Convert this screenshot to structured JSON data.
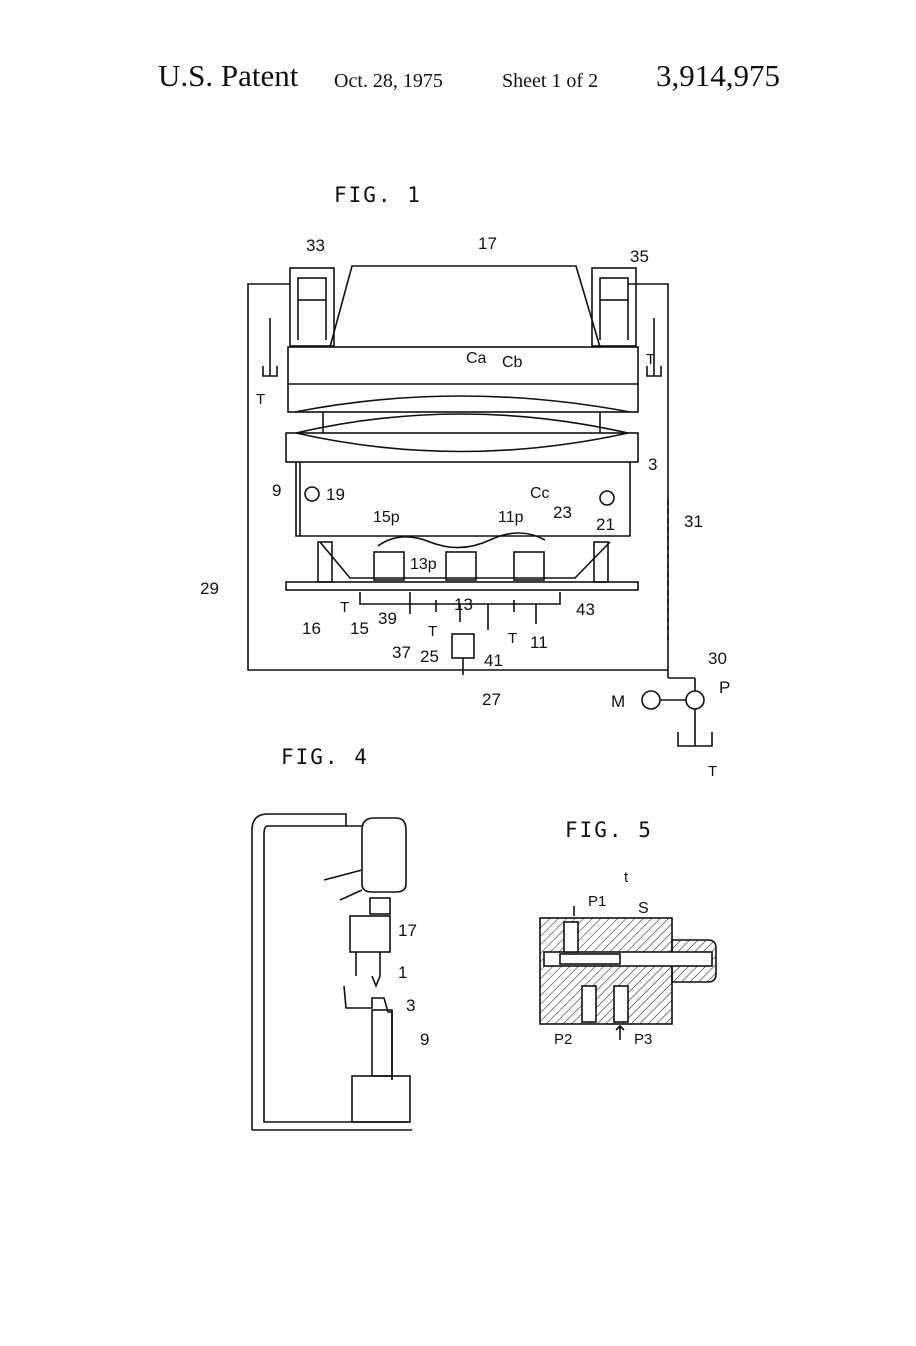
{
  "header": {
    "title": "U.S. Patent",
    "date": "Oct. 28, 1975",
    "sheet": "Sheet 1 of 2",
    "patent_number": "3,914,975"
  },
  "fig1": {
    "label": "FIG. 1",
    "refs": {
      "r17": "17",
      "r33": "33",
      "r35": "35",
      "ca": "Ca",
      "cb": "Cb",
      "cc": "Cc",
      "r3": "3",
      "r9": "9",
      "r19": "19",
      "r21": "21",
      "r23": "23",
      "r31": "31",
      "r29": "29",
      "r15p": "15p",
      "r11p": "11p",
      "r13p": "13p",
      "r16": "16",
      "r15": "15",
      "r39": "39",
      "r13": "13",
      "r43": "43",
      "r11": "11",
      "r37": "37",
      "r25": "25",
      "r41": "41",
      "r27": "27",
      "r30": "30",
      "m": "M",
      "p": "P",
      "t_left": "T",
      "t_right": "T",
      "t_a": "T",
      "t_b": "T",
      "t_c": "T",
      "t_tank": "T"
    }
  },
  "fig4": {
    "label": "FIG. 4",
    "refs": {
      "r17": "17",
      "r1": "1",
      "r3": "3",
      "r9": "9"
    }
  },
  "fig5": {
    "label": "FIG. 5",
    "refs": {
      "p1": "P1",
      "t": "t",
      "s": "S",
      "p2": "P2",
      "p3": "P3"
    }
  }
}
